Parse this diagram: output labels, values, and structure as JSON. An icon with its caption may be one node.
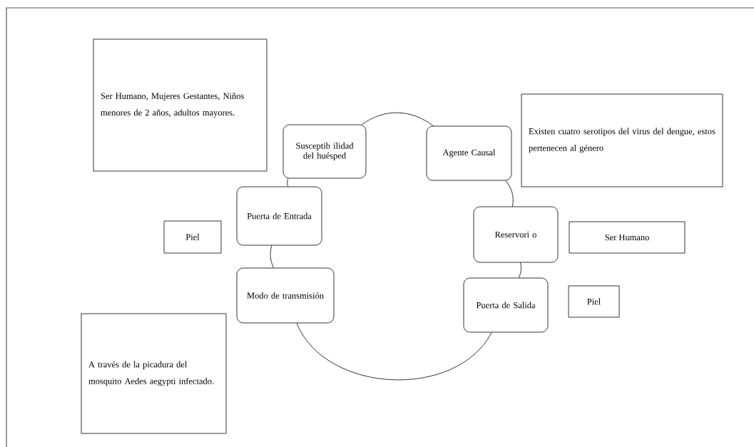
{
  "diagram": {
    "nodes": [
      {
        "text": [
          "Susceptib ilidad del huésped"
        ]
      },
      {
        "text": [
          "Agente Causal"
        ]
      },
      {
        "text": [
          "Reservori o"
        ]
      },
      {
        "text": [
          "Puerta de Salida"
        ]
      },
      {
        "text": [
          "Modo de transmisión"
        ]
      },
      {
        "text": [
          "Puerta de Entrada"
        ]
      },
      {
        "text": [
          "Ser Humano, Mujeres Gestantes, Niños menores de 2 años, adultos mayores."
        ]
      },
      {
        "text": [
          "Existen cuatro serotipos del virus del dengue, estos pertenecen al género"
        ]
      },
      {
        "text": [
          "Piel"
        ]
      },
      {
        "text": [
          "Ser Humano"
        ]
      },
      {
        "text": [
          "Piel"
        ]
      },
      {
        "text": [
          "A través de la picadura del mosquito Aedes aegypti infectado."
        ]
      }
    ],
    "edges": [
      {
        "from": 0,
        "to": 1,
        "arrow": "none"
      },
      {
        "from": 1,
        "to": 2,
        "arrow": "none"
      },
      {
        "from": 2,
        "to": 3,
        "arrow": "none"
      },
      {
        "from": 3,
        "to": 4,
        "arrow": "none"
      },
      {
        "from": 4,
        "to": 5,
        "arrow": "none"
      },
      {
        "from": 5,
        "to": 0,
        "arrow": "none"
      }
    ]
  }
}
